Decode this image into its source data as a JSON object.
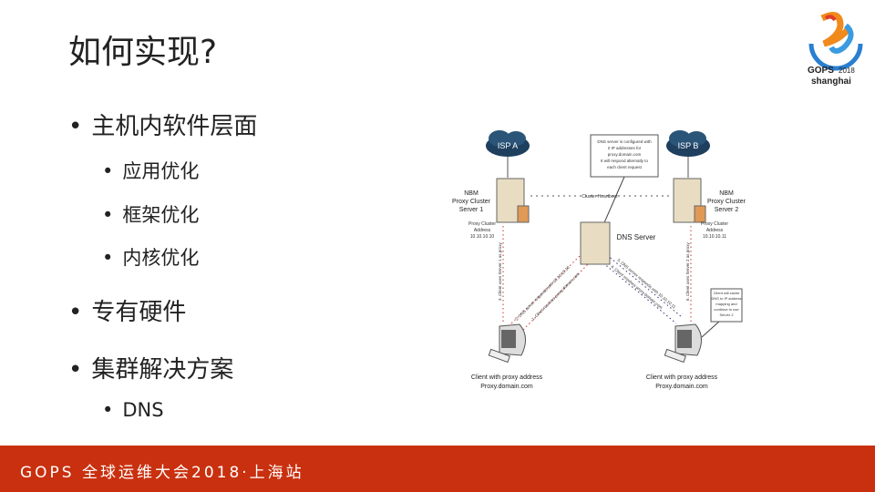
{
  "title": "如何实现?",
  "bullets": [
    {
      "label": "主机内软件层面",
      "children": [
        "应用优化",
        "框架优化",
        "内核优化"
      ]
    },
    {
      "label": "专有硬件",
      "children": []
    },
    {
      "label": "集群解决方案",
      "children": [
        "DNS"
      ]
    }
  ],
  "logo": {
    "brand": "GOPS",
    "year": "2018",
    "city": "shanghai"
  },
  "footer": "GOPS 全球运维大会2018·上海站",
  "diagram": {
    "isp_a": "ISP A",
    "isp_b": "ISP B",
    "server1": [
      "NBM",
      "Proxy Cluster",
      "Server 1"
    ],
    "server2": [
      "NBM",
      "Proxy Cluster",
      "Server 2"
    ],
    "addr1": [
      "Proxy Cluster",
      "Address",
      "10.10.10.10"
    ],
    "addr2": [
      "Proxy Cluster",
      "Address",
      "10.10.10.11"
    ],
    "dns_note": [
      "DNS server is configured with",
      "2 IP addresses for",
      "proxy.domain.com",
      "It will respond alternatly to",
      "each client request"
    ],
    "heartbeat": "Cluster Heartbeat",
    "dns_server": "DNS Server",
    "step1": "1. Client resolves proxy.domain.com",
    "step2": "2. DNS server responds with 10.10.10.10",
    "step3": "3. Client uses Server 1 as proxy",
    "step4": "4. Client resolves proxy.domain.com",
    "step5": "5. DNS server responds with 10.10.10.11",
    "step6": "6. Client uses Server 2 as proxy",
    "cache_note": [
      "Client will cache",
      "DNS to IP address",
      "mapping and",
      "continue to use",
      "Server 2"
    ],
    "client1": [
      "Client with proxy address",
      "Proxy.domain.com"
    ],
    "client2": [
      "Client with proxy address",
      "Proxy.domain.com"
    ]
  }
}
